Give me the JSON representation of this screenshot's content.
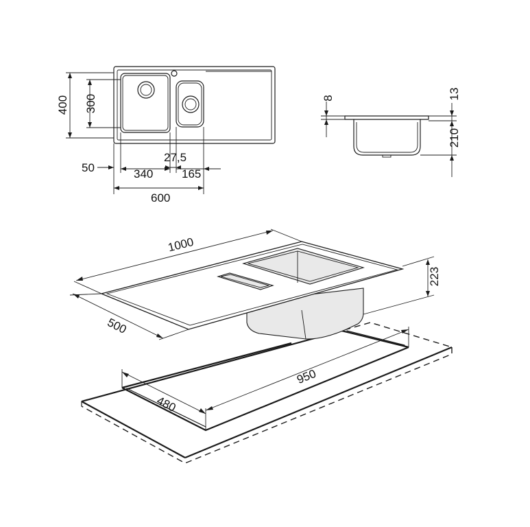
{
  "plan_view": {
    "width_400": "400",
    "width_300": "300",
    "offset_50": "50",
    "bowl_340": "340",
    "gap_27_5": "27,5",
    "bowl_165": "165",
    "total_600": "600"
  },
  "section_view": {
    "rim_8": "8",
    "rim_13": "13",
    "depth_210": "210"
  },
  "iso_view": {
    "length_1000": "1000",
    "width_500": "500",
    "height_223": "223",
    "cutout_950": "950",
    "cutout_480": "480"
  }
}
